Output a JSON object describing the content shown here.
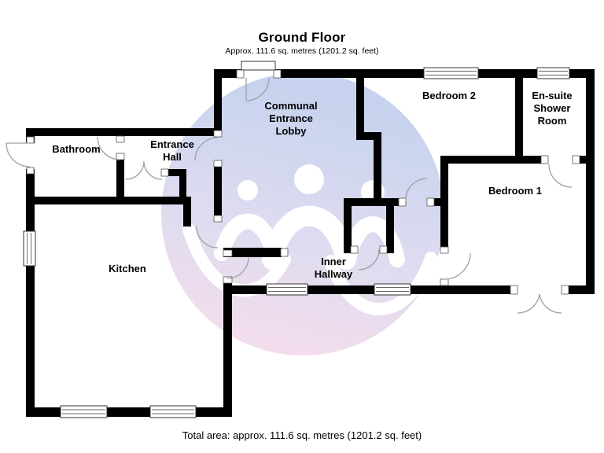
{
  "page": {
    "title": "Ground Floor",
    "subtitle": "Approx. 111.6 sq. metres (1201.2 sq. feet)",
    "footer": "Total area: approx. 111.6 sq. metres (1201.2 sq. feet)"
  },
  "plan": {
    "rooms": [
      {
        "id": "bathroom",
        "lines": [
          "Bathroom"
        ]
      },
      {
        "id": "entrance-hall",
        "lines": [
          "Entrance",
          "Hall"
        ]
      },
      {
        "id": "communal-entrance-lobby",
        "lines": [
          "Communal",
          "Entrance",
          "Lobby"
        ]
      },
      {
        "id": "bedroom-2",
        "lines": [
          "Bedroom 2"
        ]
      },
      {
        "id": "ensuite-shower-room",
        "lines": [
          "En-suite",
          "Shower",
          "Room"
        ]
      },
      {
        "id": "bedroom-1",
        "lines": [
          "Bedroom 1"
        ]
      },
      {
        "id": "kitchen",
        "lines": [
          "Kitchen"
        ]
      },
      {
        "id": "inner-hallway",
        "lines": [
          "Inner",
          "Hallway"
        ]
      }
    ],
    "colors": {
      "wall": "#000000",
      "door_arc": "#9aa0a8",
      "watermark_blue": "#b9c7ea",
      "watermark_lavender": "#d6d3ec",
      "watermark_pink": "#f7d5e6",
      "watermark_figure": "#ffffff"
    }
  }
}
